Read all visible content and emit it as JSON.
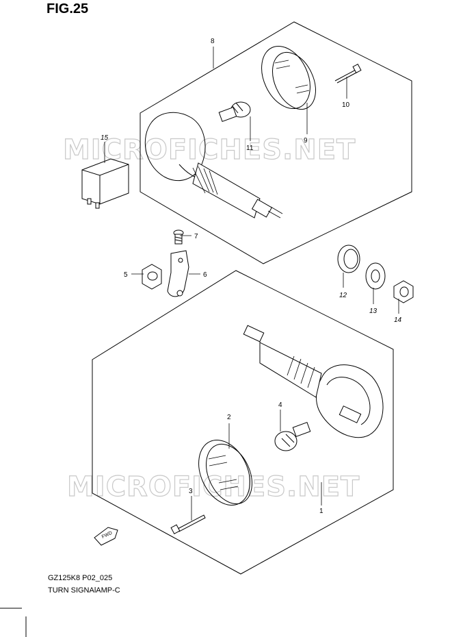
{
  "figure": {
    "title": "FIG.25"
  },
  "watermark": "MICROFICHES.NET",
  "callouts": {
    "p1": "1",
    "p2": "2",
    "p3": "3",
    "p4": "4",
    "p5": "5",
    "p6": "6",
    "p7": "7",
    "p8": "8",
    "p9": "9",
    "p10": "10",
    "p11": "11",
    "p12": "12",
    "p13": "13",
    "p14": "14",
    "p15": "15"
  },
  "forward_arrow": {
    "label": "FWD"
  },
  "caption": {
    "model_code": "GZ125K8 P02_025",
    "part_name": "TURN SIGNAlAMP-C"
  }
}
